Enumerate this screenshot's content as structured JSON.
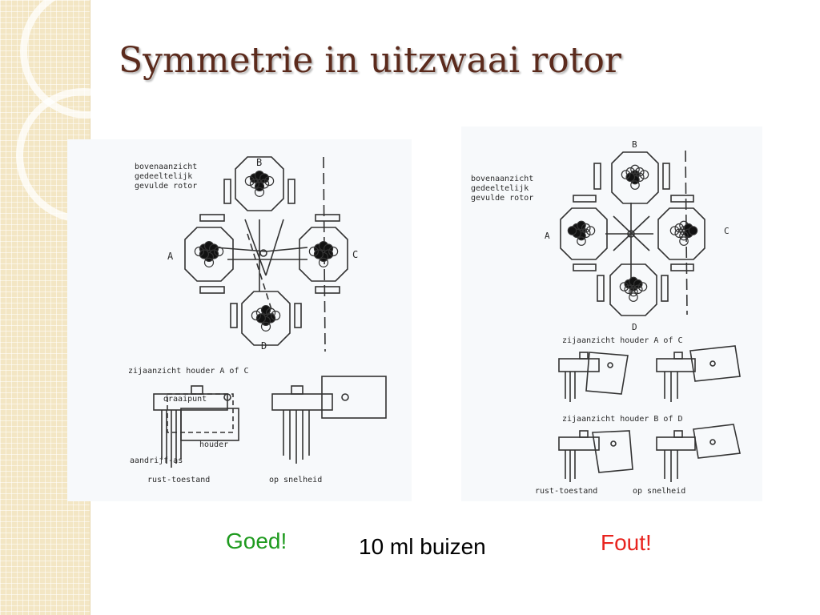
{
  "slide": {
    "title": "Symmetrie in uitzwaai rotor",
    "captions": {
      "good": "Goed!",
      "bad": "Fout!",
      "tubes": "10 ml buizen"
    },
    "colors": {
      "title": "#5b2a1c",
      "good": "#1e9a1e",
      "bad": "#e8231e",
      "sidebar": "#f3e6c4"
    }
  },
  "left_figure": {
    "top_label_lines": [
      "bovenaanzicht",
      "gedeeltelijk",
      "gevulde rotor"
    ],
    "holder_labels": {
      "a": "A",
      "b": "B",
      "c": "C",
      "d": "D"
    },
    "side_view_label": "zijaanzicht houder A of C",
    "pivot_label": "draaipunt",
    "holder_label": "houder",
    "shaft_label": "aandrijf-as",
    "rest_label": "rust-toestand",
    "speed_label": "op snelheid"
  },
  "right_figure": {
    "top_label_lines": [
      "bovenaanzicht",
      "gedeeltelijk",
      "gevulde rotor"
    ],
    "holder_labels": {
      "a": "A",
      "b": "B",
      "c": "C",
      "d": "D"
    },
    "side_view_label_ac": "zijaanzicht houder A of C",
    "side_view_label_bd": "zijaanzicht houder B of D",
    "rest_label": "rust-toestand",
    "speed_label": "op snelheid"
  }
}
